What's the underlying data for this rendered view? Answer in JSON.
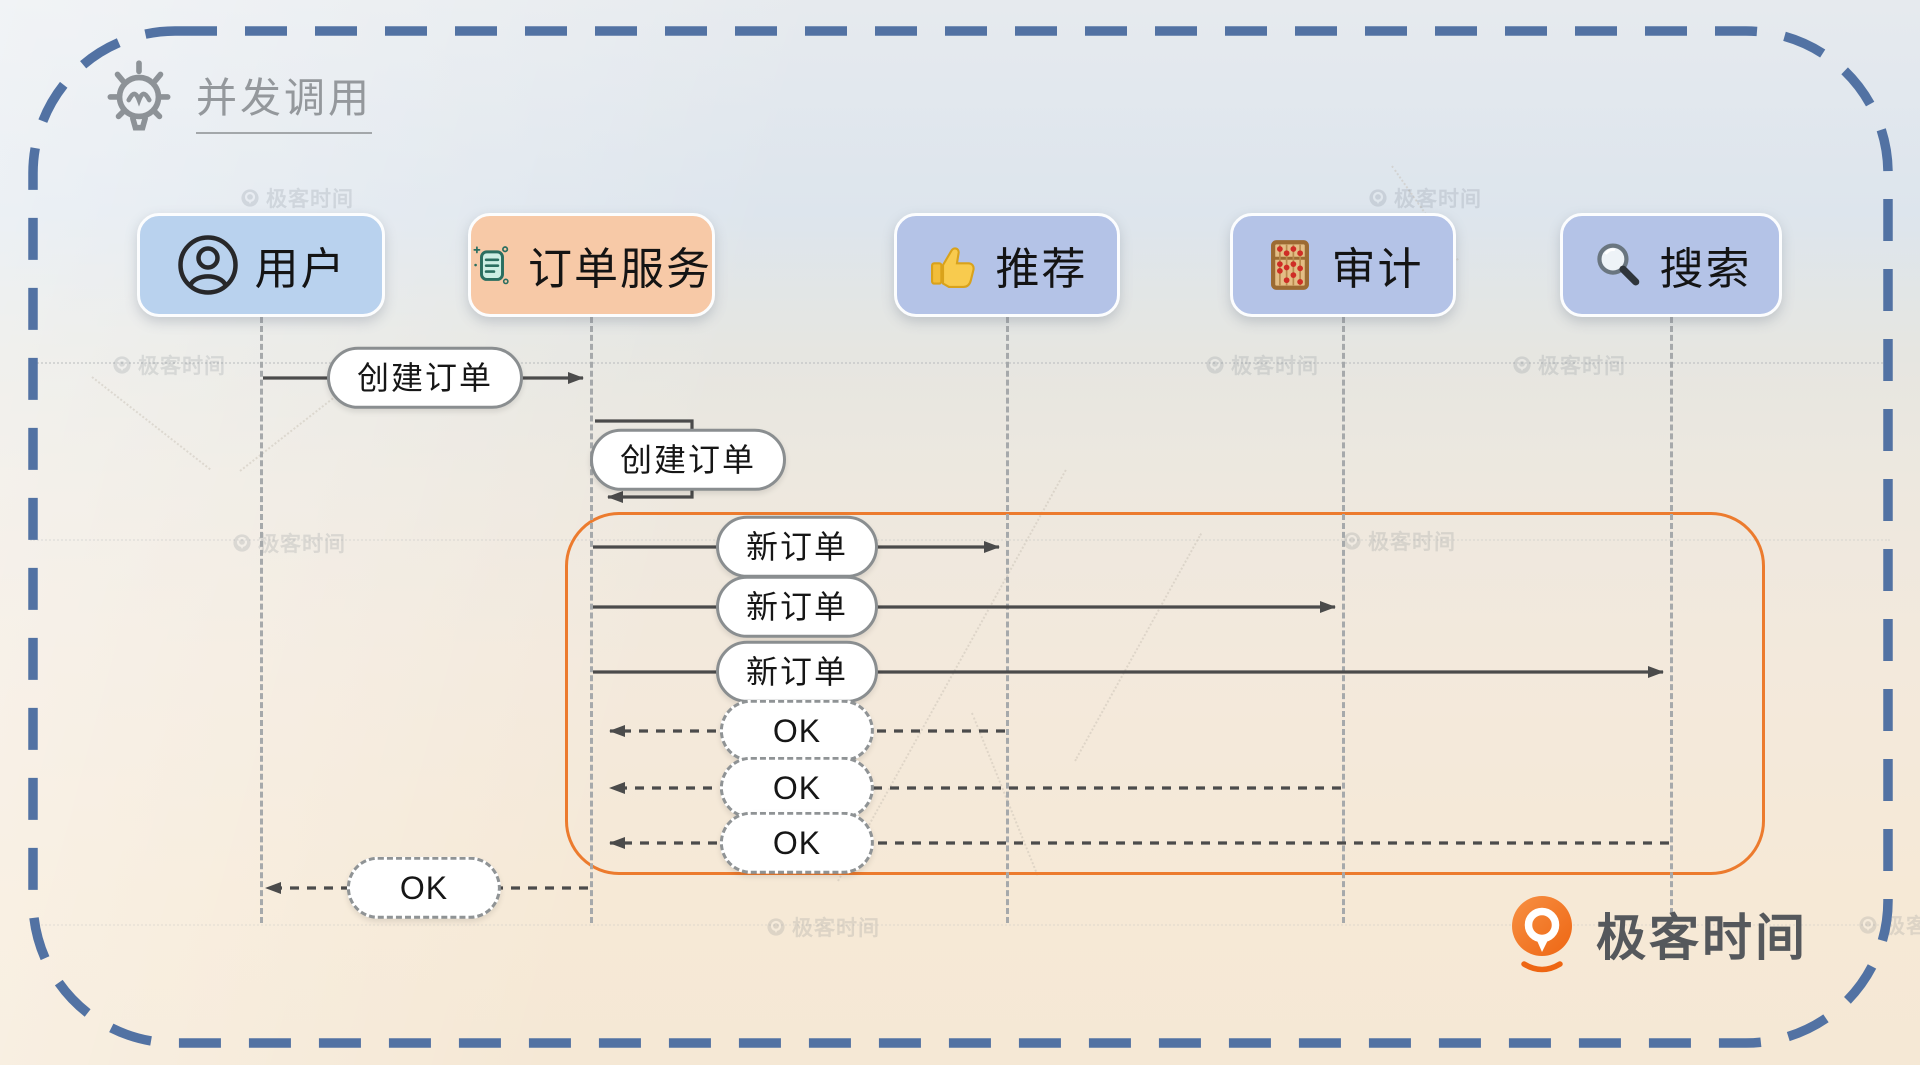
{
  "title": {
    "label": "并发调用",
    "icon": "lightbulb-icon"
  },
  "participants": [
    {
      "id": "user",
      "label": "用户",
      "icon": "user-icon",
      "color": "#b9d2ee"
    },
    {
      "id": "order-service",
      "label": "订单服务",
      "icon": "clipboard-icon",
      "color": "#f7c9a7"
    },
    {
      "id": "recommend",
      "label": "推荐",
      "icon": "thumbs-up-icon",
      "color": "#b4c3e7"
    },
    {
      "id": "audit",
      "label": "审计",
      "icon": "abacus-icon",
      "color": "#b4c3e7"
    },
    {
      "id": "search",
      "label": "搜索",
      "icon": "magnifier-icon",
      "color": "#b4c3e7"
    }
  ],
  "messages": [
    {
      "label": "创建订单",
      "type": "solid",
      "from": "用户",
      "to": "订单服务"
    },
    {
      "label": "创建订单",
      "type": "self",
      "from": "订单服务",
      "to": "订单服务"
    },
    {
      "label": "新订单",
      "type": "solid",
      "from": "订单服务",
      "to": "推荐"
    },
    {
      "label": "新订单",
      "type": "solid",
      "from": "订单服务",
      "to": "审计"
    },
    {
      "label": "新订单",
      "type": "solid",
      "from": "订单服务",
      "to": "搜索"
    },
    {
      "label": "OK",
      "type": "dashed",
      "from": "推荐",
      "to": "订单服务"
    },
    {
      "label": "OK",
      "type": "dashed",
      "from": "审计",
      "to": "订单服务"
    },
    {
      "label": "OK",
      "type": "dashed",
      "from": "搜索",
      "to": "订单服务"
    },
    {
      "label": "OK",
      "type": "dashed",
      "from": "订单服务",
      "to": "用户"
    }
  ],
  "brand": {
    "logo_text": "极客时间"
  },
  "watermark": {
    "text": "极客时间"
  },
  "colors": {
    "frame_dash": "#5272a3",
    "group_border": "#ec7b2e",
    "arrow": "#4b4b4b",
    "pill_border": "#8a8e90",
    "box_user": "#b9d2ee",
    "box_order": "#f7c9a7",
    "box_service": "#b4c3e7",
    "logo_orange": "#ef6c15",
    "title_gray": "#94989c"
  }
}
